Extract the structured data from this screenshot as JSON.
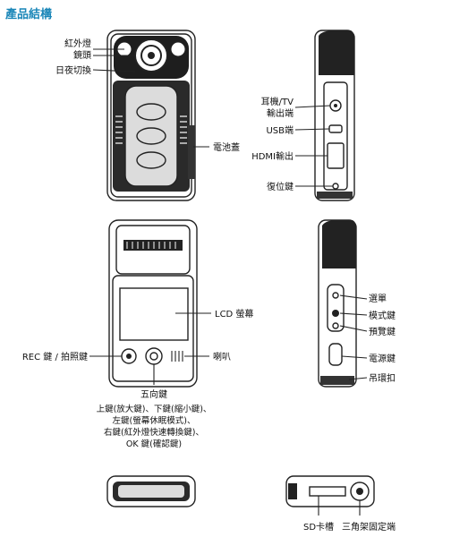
{
  "title": "產品結構",
  "labels": {
    "ir_light": "紅外燈",
    "lens": "鏡頭",
    "day_night": "日夜切換",
    "battery_cover": "電池蓋",
    "earphone_tv": "耳機/TV",
    "output_port": "輸出端",
    "usb_port": "USB端",
    "hdmi_out": "HDMI輸出",
    "reset_key": "復位鍵",
    "lcd": "LCD 螢幕",
    "rec_key": "REC 鍵 / 拍照鍵",
    "speaker": "喇叭",
    "menu": "選單",
    "mode_key": "模式鍵",
    "preview_key": "預覽鍵",
    "power_key": "電源鍵",
    "strap_buckle": "吊環扣",
    "five_way": "五向鍵",
    "five_way_desc_1": "上鍵(放大鍵)、下鍵(縮小鍵)、",
    "five_way_desc_2": "左鍵(螢幕休眠模式)、",
    "five_way_desc_3": "右鍵(紅外燈快速轉換鍵)、",
    "five_way_desc_4": "OK 鍵(確認鍵)",
    "sd_slot": "SD卡槽",
    "tripod_mount": "三角架固定端"
  }
}
